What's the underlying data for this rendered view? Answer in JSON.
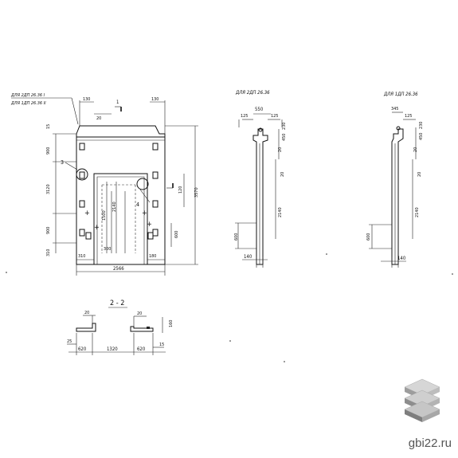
{
  "labels": {
    "note_top": "ДЛЯ 2ДП 26.36 I",
    "note_bottom": "ДЛЯ 1ДП 26.36 II",
    "mid_title": "ДЛЯ 2ДП 26.36",
    "right_title": "ДЛЯ 1ДП 26.36",
    "section_title": "2 - 2",
    "section_mark": "1",
    "callout_3": "3",
    "callout_4": "4",
    "watermark": "gbi22.ru"
  },
  "dims": {
    "d130_left": "130",
    "d130_right": "130",
    "d15": "15",
    "d20_top": "20",
    "d900": "900",
    "d3120": "3120",
    "d900b": "900",
    "d310_left_v": "310",
    "d310_bottom": "310",
    "d300": "300",
    "d180": "180",
    "d2566": "2566",
    "d1500": "1500",
    "d2140": "2140",
    "d3570": "3570",
    "d120": "120",
    "d600": "600",
    "m_550": "550",
    "m_125a": "125",
    "m_125b": "125",
    "m_230": "230",
    "m_450": "450",
    "m_20a": "20",
    "m_20b": "20",
    "m_2140": "2140",
    "m_600": "600",
    "m_140": "140",
    "r_345": "345",
    "r_125": "125",
    "r_230": "230",
    "r_450": "450",
    "r_20a": "20",
    "r_20b": "20",
    "r_2140": "2140",
    "r_600": "600",
    "r_140": "140",
    "s_20a": "20",
    "s_20b": "20",
    "s_160": "160",
    "s_25": "25",
    "s_15": "15",
    "s_620a": "620",
    "s_1320": "1320",
    "s_620b": "620"
  },
  "logo_colors": [
    "#c9c9c9",
    "#a9a9a9",
    "#8a8a8a"
  ]
}
